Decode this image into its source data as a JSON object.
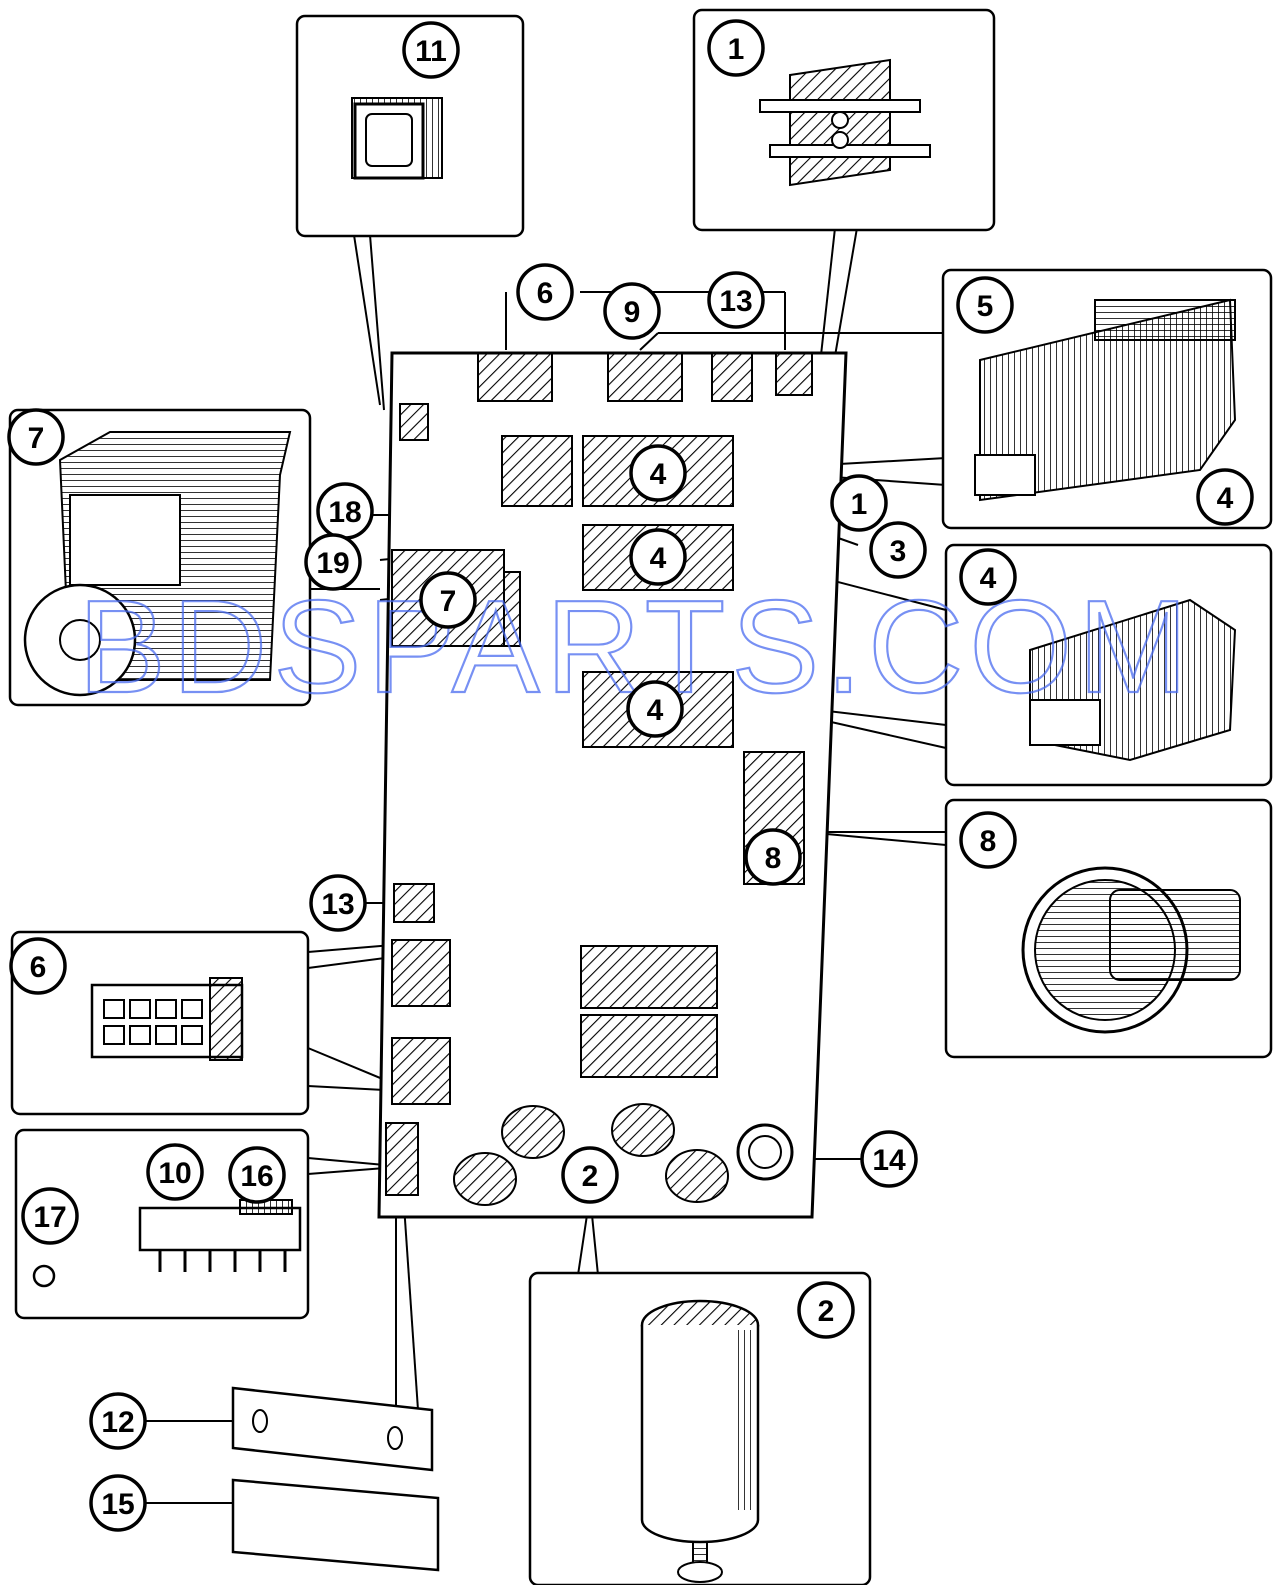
{
  "watermark": "BDSPARTS.COM",
  "callouts": [
    "11",
    "1",
    "6",
    "9",
    "13",
    "5",
    "7",
    "4",
    "4",
    "18",
    "1",
    "3",
    "4",
    "19",
    "7",
    "4",
    "4",
    "8",
    "8",
    "13",
    "6",
    "14",
    "2",
    "10",
    "16",
    "17",
    "2",
    "12",
    "15"
  ],
  "colors": {
    "line": "#000000",
    "watermark": "#4a6cf0",
    "background": "#ffffff"
  }
}
